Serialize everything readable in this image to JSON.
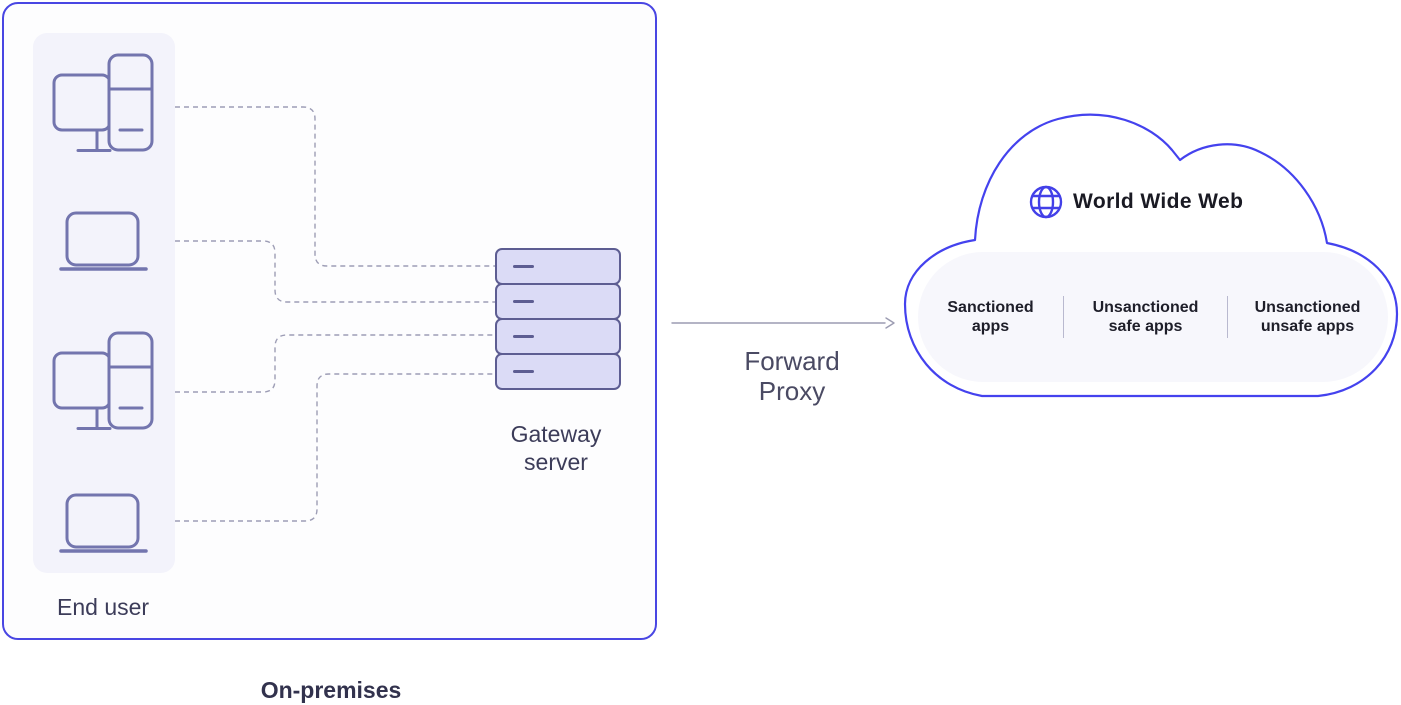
{
  "onprem": {
    "end_user_label": "End user",
    "gateway_server_label": {
      "line1": "Gateway",
      "line2": "server"
    },
    "region_label": "On-premises"
  },
  "forward_proxy": {
    "line1": "Forward",
    "line2": "Proxy"
  },
  "cloud": {
    "title": "World Wide Web",
    "app_categories": [
      {
        "line1": "Sanctioned",
        "line2": "apps"
      },
      {
        "line1": "Unsanctioned",
        "line2": "safe apps"
      },
      {
        "line1": "Unsanctioned",
        "line2": "unsafe apps"
      }
    ]
  },
  "icons": {
    "end_user_devices": [
      "desktop-computer-icon",
      "laptop-icon",
      "desktop-computer-icon",
      "laptop-icon"
    ],
    "gateway": "server-stack-icon",
    "cloud_globe": "globe-icon",
    "flow": "arrow-right-icon"
  },
  "colors": {
    "accent_border_blue": "#4946e3",
    "cloud_outline_blue": "#4442ee",
    "globe_blue": "#4340e8",
    "device_icon_stroke": "#7375ae",
    "connector_gray": "#9d9db5",
    "server_fill": "#dbdbf6",
    "server_stroke": "#5d5d92",
    "panel_lavender": "#f3f3fb",
    "pill_background": "#f7f7fc",
    "label_dark_slate": "#3c3c59",
    "app_text_dark": "#1e1e29"
  }
}
